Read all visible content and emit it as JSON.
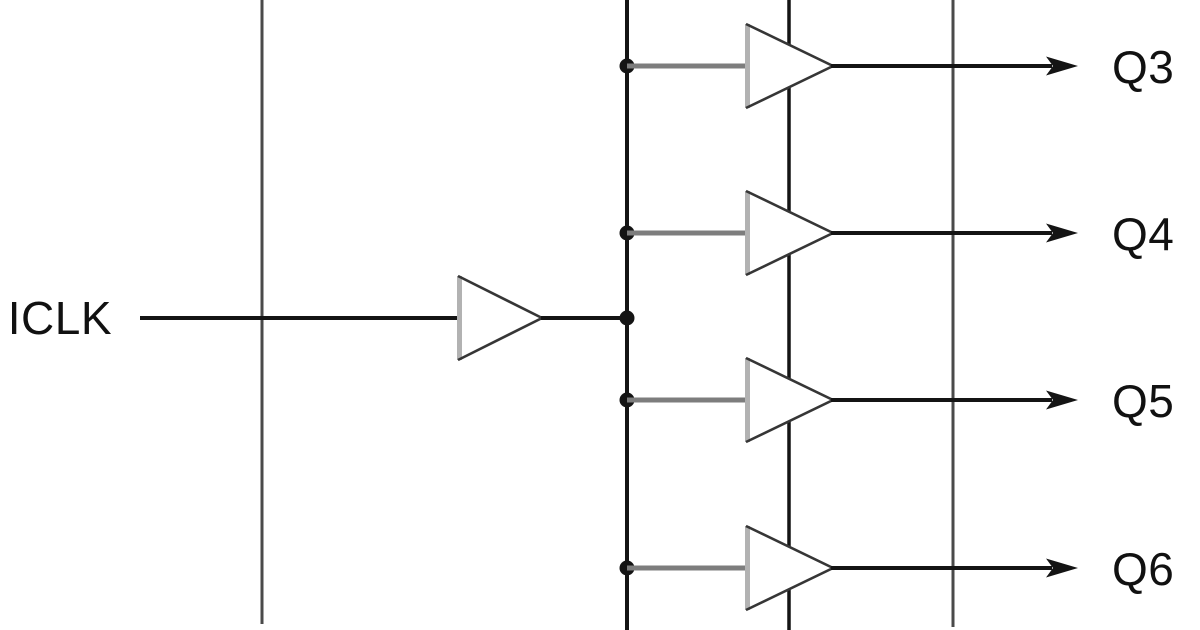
{
  "diagram": {
    "kind": "clock-buffer-fanout",
    "input": {
      "label": "ICLK"
    },
    "outputs": [
      {
        "label": "Q3"
      },
      {
        "label": "Q4"
      },
      {
        "label": "Q5"
      },
      {
        "label": "Q6"
      }
    ],
    "icons": {
      "buffer": "triangle-right-buffer",
      "junction": "filled-dot",
      "arrow": "arrow-right"
    },
    "colors": {
      "background": "#ffffff",
      "wire_black": "#141414",
      "wire_gray": "#7d7d7d",
      "rail_dark_gray": "#4a4a4a",
      "buffer_edge_gray": "#b2b2b2",
      "buffer_diagonal": "#363636",
      "label_text": "#111111"
    }
  }
}
